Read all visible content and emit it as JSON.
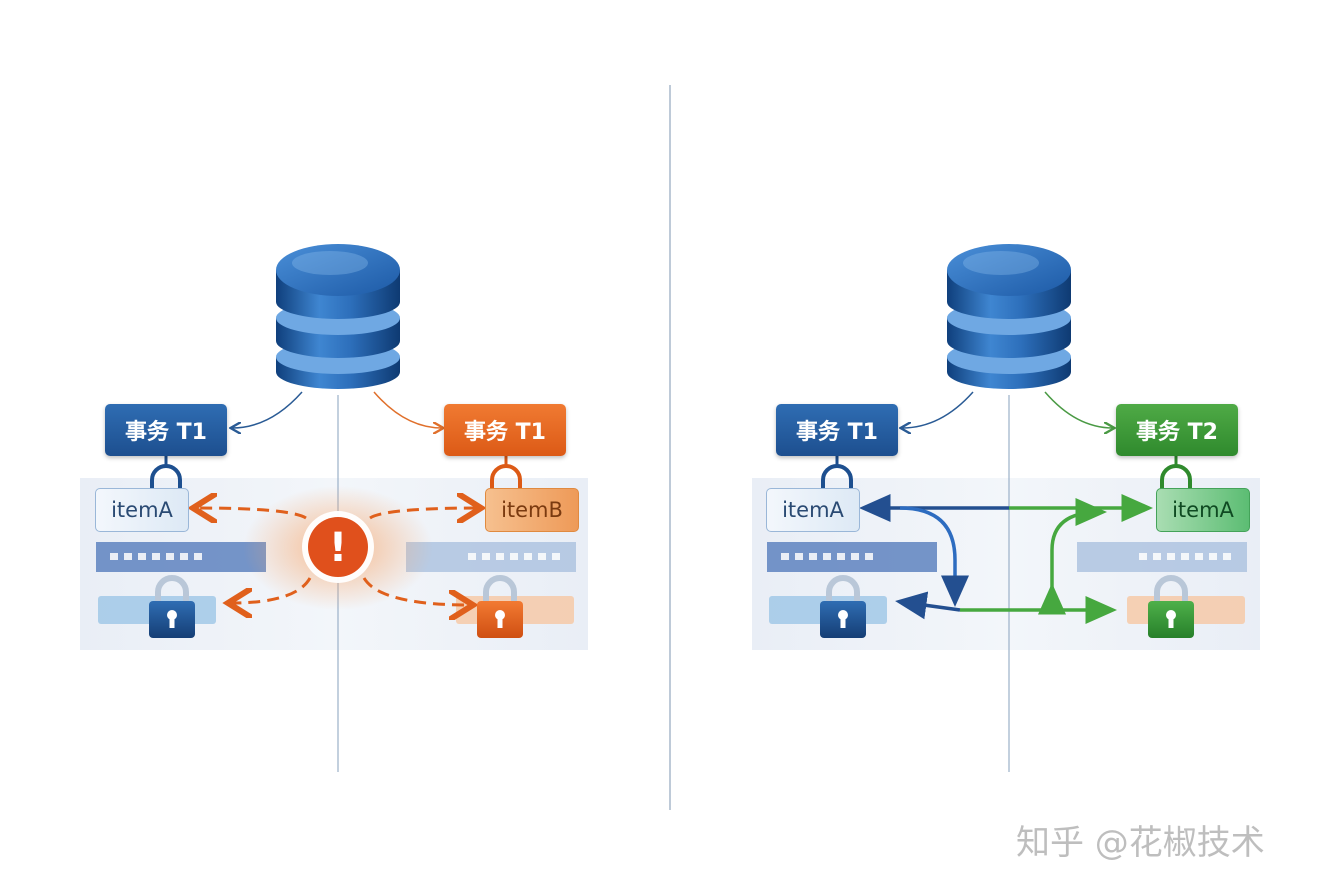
{
  "left_panel": {
    "tag_left": "事务 T1",
    "tag_right": "事务 T1",
    "item_left": "itemA",
    "item_right": "itemB",
    "alert_symbol": "!",
    "colors": {
      "primary": "#1d4f8f",
      "secondary": "#e0601c",
      "alert": "#e0501c"
    }
  },
  "right_panel": {
    "tag_left": "事务 T1",
    "tag_right": "事务 T2",
    "item_left": "itemA",
    "item_right": "itemA",
    "colors": {
      "primary": "#1d4f8f",
      "secondary": "#3d9a3a"
    }
  },
  "watermark": "知乎 @花椒技术",
  "icons": [
    "database-icon",
    "padlock-icon",
    "alert-icon"
  ]
}
